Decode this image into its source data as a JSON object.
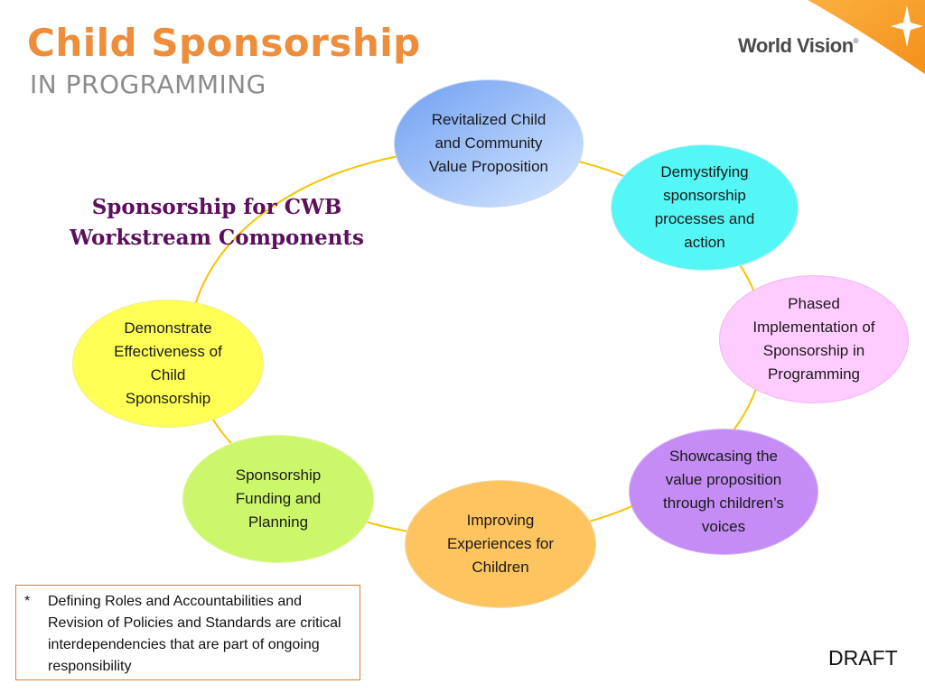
{
  "header": {
    "title": "Child Sponsorship",
    "subtitle": "IN PROGRAMMING",
    "logo_text": "World Vision",
    "logo_mark": "®"
  },
  "diagram": {
    "title_line1": "Sponsorship for CWB",
    "title_line2": "Workstream Components",
    "nodes": [
      {
        "lines": [
          "Revitalized Child",
          "and Community",
          "Value Proposition"
        ],
        "color": "#8fb6f5"
      },
      {
        "lines": [
          "Demystifying",
          "sponsorship",
          "processes and",
          "action"
        ],
        "color": "#55f6f6"
      },
      {
        "lines": [
          "Phased",
          "Implementation of",
          "Sponsorship in",
          "Programming"
        ],
        "color": "#ffccff"
      },
      {
        "lines": [
          "Showcasing the",
          "value proposition",
          "through children’s",
          "voices"
        ],
        "color": "#c48cf4"
      },
      {
        "lines": [
          "Improving",
          "Experiences for",
          "Children"
        ],
        "color": "#fdc460"
      },
      {
        "lines": [
          "Sponsorship",
          "Funding and",
          "Planning"
        ],
        "color": "#ccf76a"
      },
      {
        "lines": [
          "Demonstrate",
          "Effectiveness of",
          "Child",
          "Sponsorship"
        ],
        "color": "#ffff55"
      }
    ],
    "ring_color": "#f5c400"
  },
  "note": {
    "marker": "*",
    "text": "Defining Roles and Accountabilities and Revision of Policies and Standards are critical interdependencies that are part of ongoing responsibility"
  },
  "footer": {
    "status": "DRAFT"
  },
  "colors": {
    "title": "#ee8d3a",
    "subtitle": "#8c8c8c",
    "diagram_title": "#5c0f5c",
    "note_border": "#e07b2e",
    "corner_accent": "#f49a1f"
  }
}
